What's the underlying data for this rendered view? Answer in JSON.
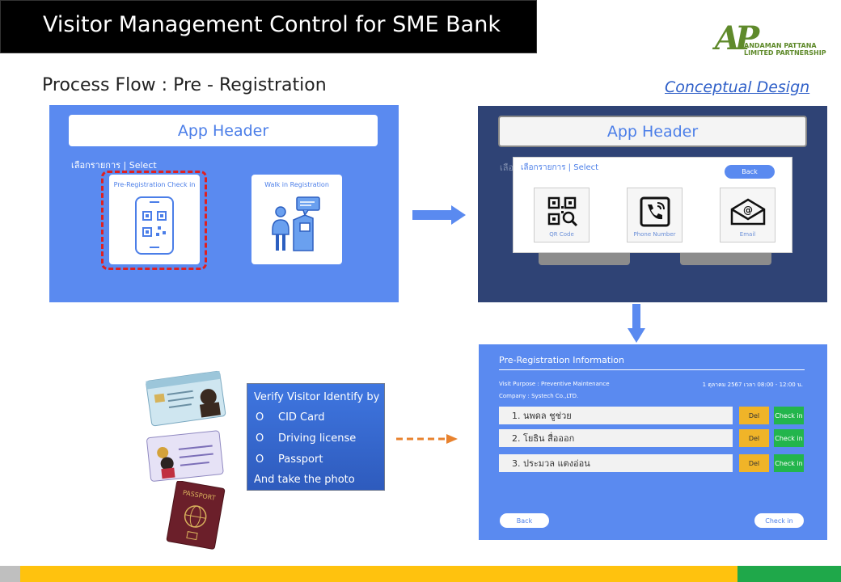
{
  "slide": {
    "title": "Visitor Management Control for SME Bank",
    "heading": "Process Flow : Pre - Registration",
    "concept_link": "Conceptual Design",
    "logo": {
      "letters": "AP",
      "line1": "ANDAMAN PATTANA",
      "line2": "LIMITED PARTNERSHIP"
    }
  },
  "colors": {
    "panel": "#5a8af0",
    "dark_panel": "#2f4375",
    "accent_red": "#e02020",
    "accent_orange": "#e8822e",
    "yellow": "#ffc20e",
    "green": "#1fa84a"
  },
  "screen1": {
    "app_header": "App Header",
    "select_label": "เลือกรายการ | Select",
    "card1": {
      "title": "Pre-Registration Check in",
      "icon": "phone-qr-icon"
    },
    "card2": {
      "title": "Walk in Registration",
      "icon": "kiosk-person-icon"
    }
  },
  "screen2": {
    "app_header": "App Header",
    "select_label_bg": "เลือ",
    "select_label": "เลือกรายการ | Select",
    "back_button": "Back",
    "options": [
      {
        "label": "QR Code",
        "icon": "qr-code-icon"
      },
      {
        "label": "Phone Number",
        "icon": "phone-icon"
      },
      {
        "label": "Email",
        "icon": "email-icon"
      }
    ]
  },
  "screen3": {
    "title": "Pre-Registration Information",
    "visit_purpose": "Visit Purpose :  Preventive Maintenance",
    "company": "Company :  Systech Co.,LTD.",
    "datetime": "1 ตุลาคม 2567 เวลา 08:00 - 12:00 น.",
    "rows": [
      {
        "name": "1. นพดล ชูช่วย",
        "del": "Del",
        "checkin": "Check in"
      },
      {
        "name": "2. โยธิน สื่อออก",
        "del": "Del",
        "checkin": "Check in"
      },
      {
        "name": "3. ประมวล แตงอ่อน",
        "del": "Del",
        "checkin": "Check in"
      }
    ],
    "back_button": "Back",
    "checkin_button": "Check in"
  },
  "verify_box": {
    "title": "Verify Visitor Identify by",
    "items": [
      "CID Card",
      "Driving license",
      "Passport"
    ],
    "bullet": "O",
    "footer": "And take the photo"
  },
  "documents": {
    "passport_label": "PASSPORT"
  }
}
